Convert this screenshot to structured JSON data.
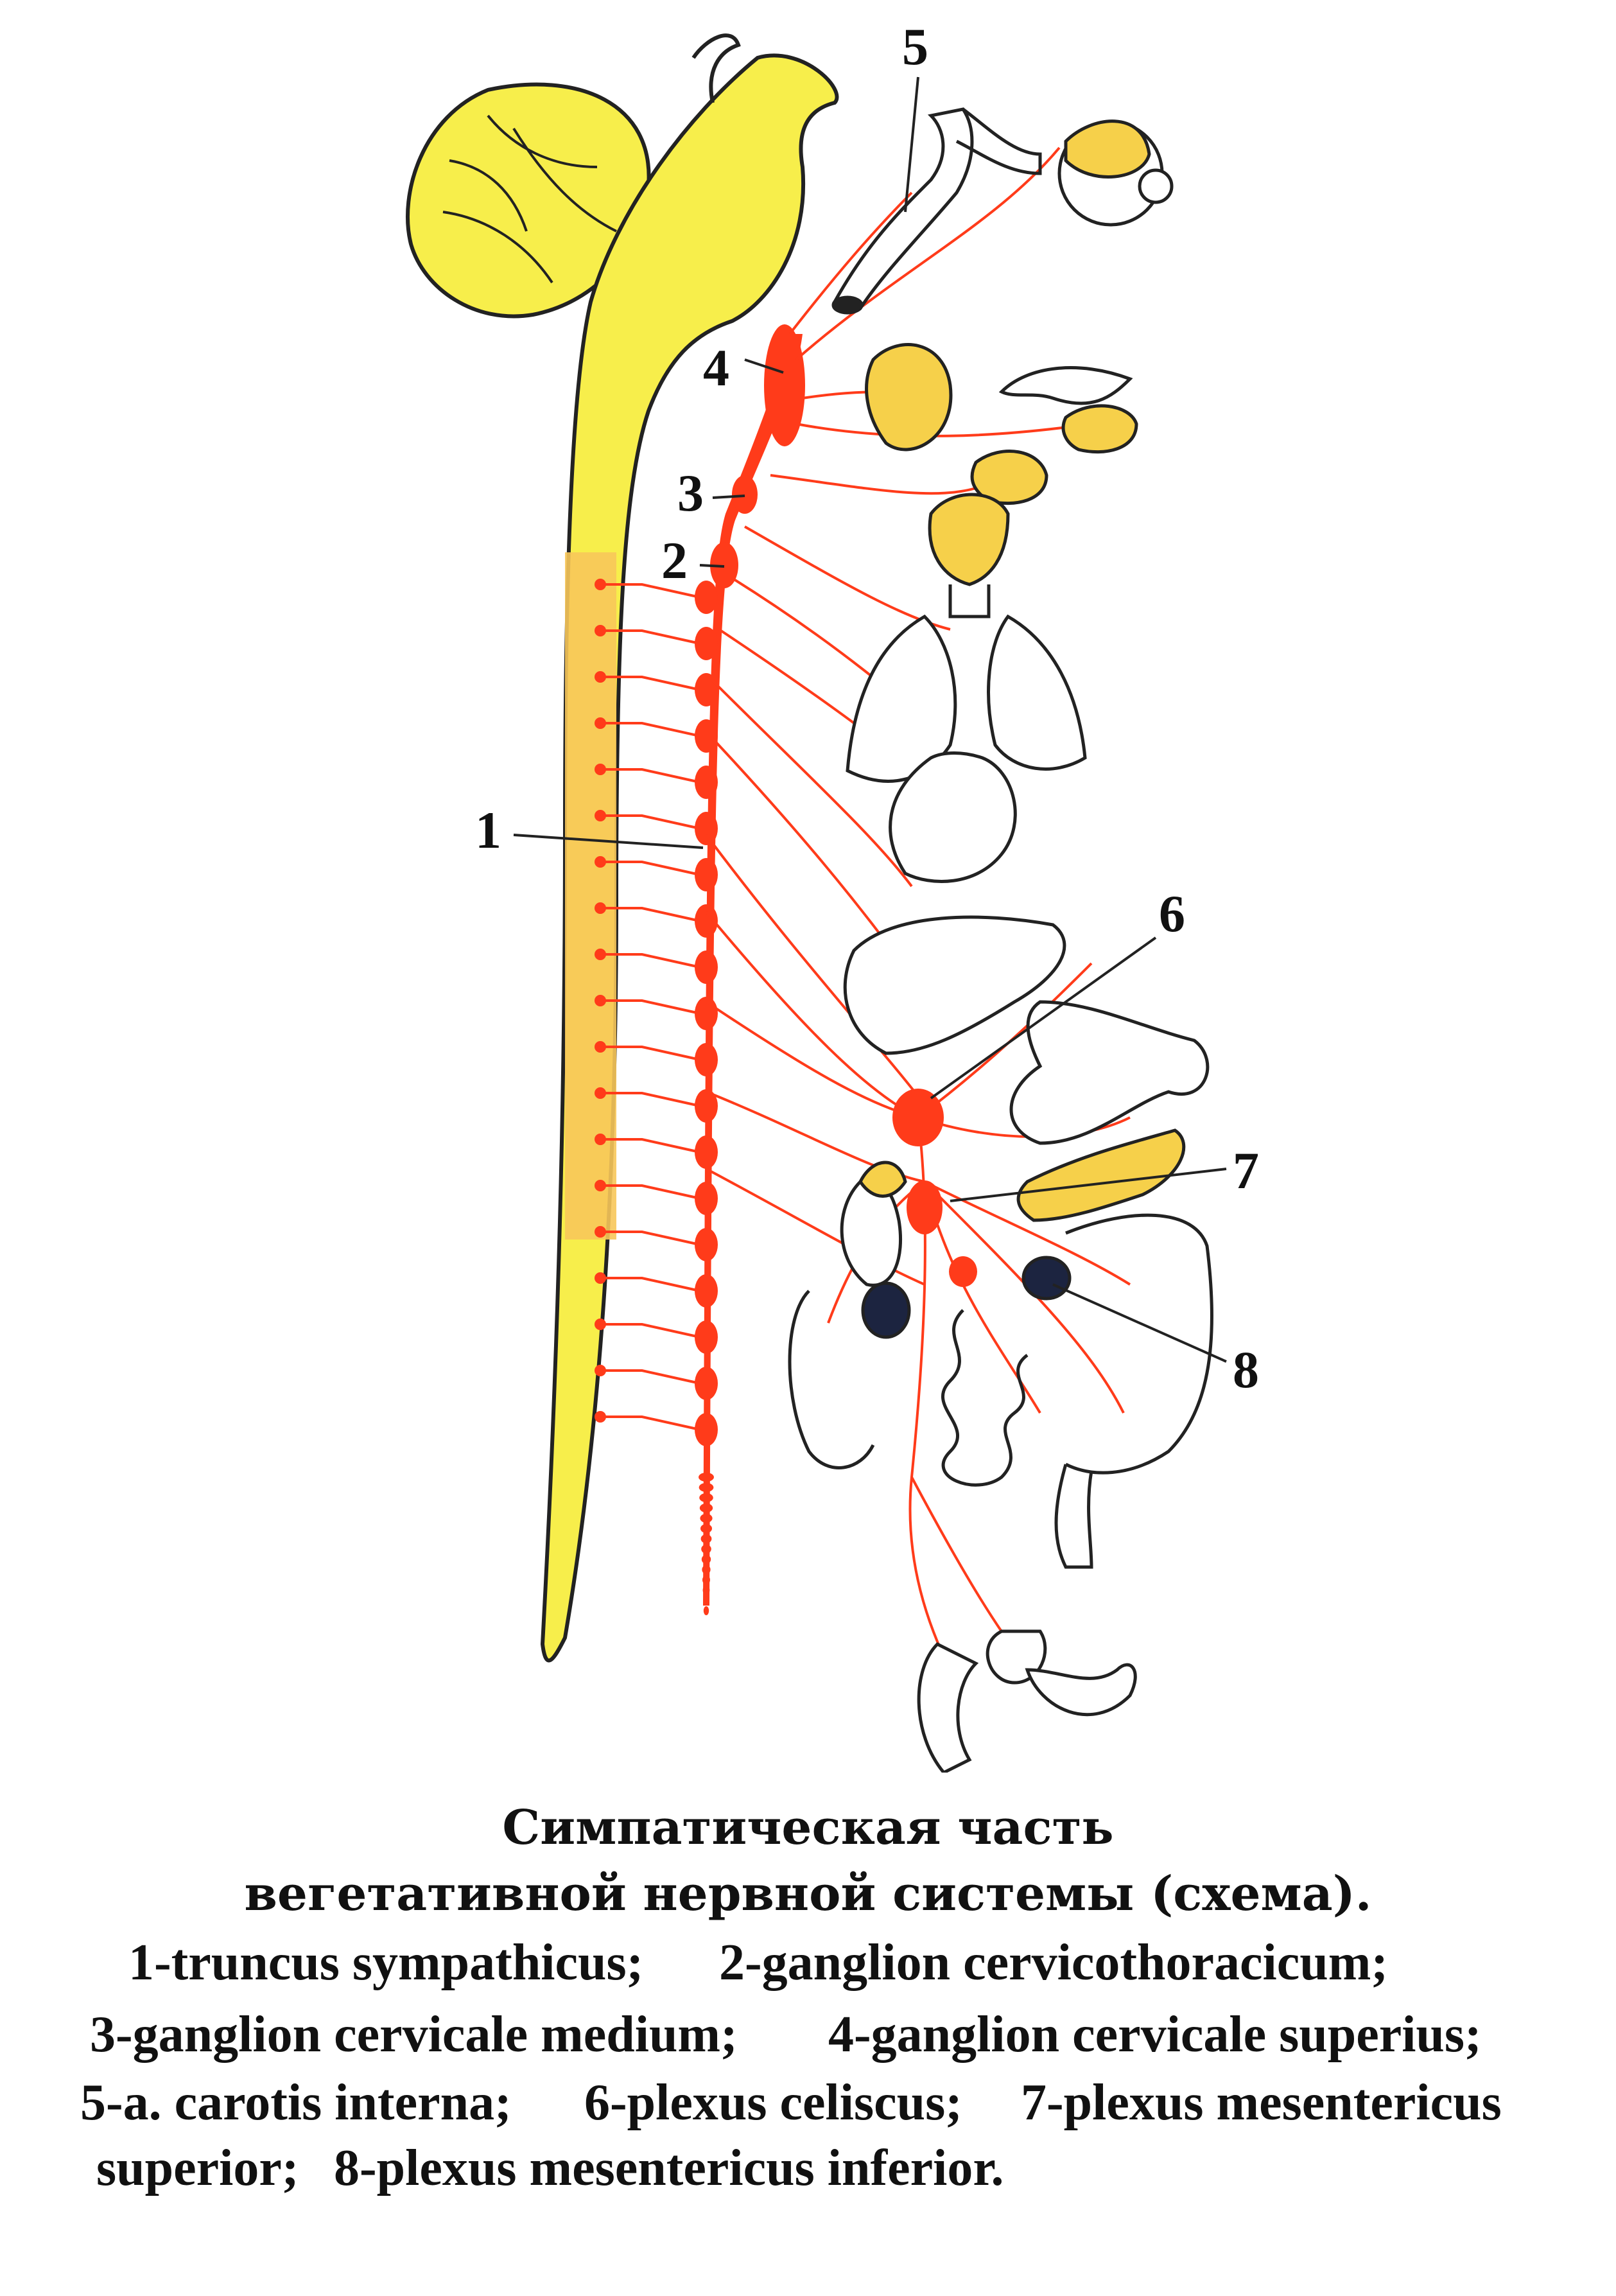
{
  "colors": {
    "cord": "#f7ee4b",
    "cord_band": "#f7c75a",
    "nerve": "#ff3b1a",
    "organ_fill": "#f6d04a",
    "outline": "#222222"
  },
  "labels": [
    {
      "id": "1",
      "text": "1"
    },
    {
      "id": "2",
      "text": "2"
    },
    {
      "id": "3",
      "text": "3"
    },
    {
      "id": "4",
      "text": "4"
    },
    {
      "id": "5",
      "text": "5"
    },
    {
      "id": "6",
      "text": "6"
    },
    {
      "id": "7",
      "text": "7"
    },
    {
      "id": "8",
      "text": "8"
    }
  ],
  "caption": {
    "title_line1": "Симпатическая часть",
    "title_line2": "вегетативной нервной системы (схема).",
    "legend": [
      "1-truncus sympathicus;",
      "2-ganglion cervicothoracicum;",
      "3-ganglion cervicale medium;",
      "4-ganglion cervicale superius;",
      "5-a. carotis interna;",
      "6-plexus celiscus;",
      "7-plexus mesentericus",
      "superior;",
      "8-plexus mesentericus inferior."
    ]
  }
}
